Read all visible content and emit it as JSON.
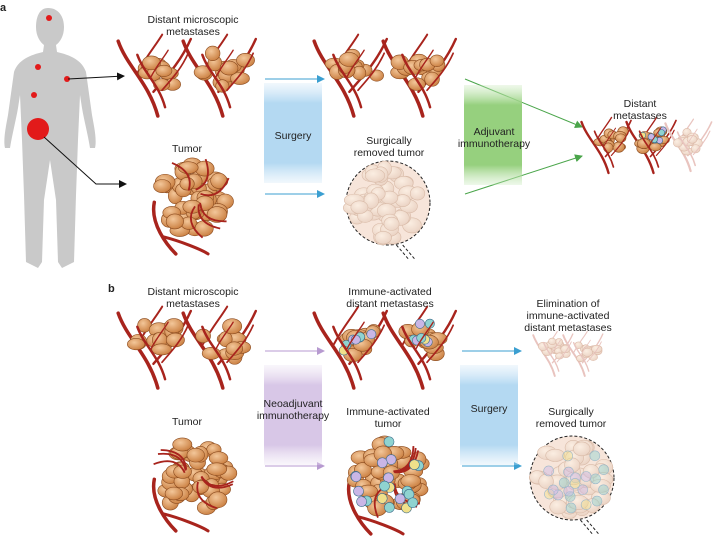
{
  "panel_a": {
    "letter": "a",
    "distant_metastases_label": "Distant microscopic\nmetastases",
    "tumor_label": "Tumor",
    "surgery_label": "Surgery",
    "surgically_removed_label": "Surgically\nremoved tumor",
    "adjuvant_label": "Adjuvant\nimmunotherapy",
    "outcome_label": "Distant\nmetastases"
  },
  "panel_b": {
    "letter": "b",
    "distant_metastases_label": "Distant microscopic\nmetastases",
    "tumor_label": "Tumor",
    "neoadjuvant_label": "Neoadjuvant\nimmunotherapy",
    "immune_mets_label": "Immune-activated\ndistant metastases",
    "immune_tumor_label": "Immune-activated\ntumor",
    "surgery_label": "Surgery",
    "elimination_label": "Elimination of\nimmune-activated\ndistant metastases",
    "surgically_removed_label": "Surgically\nremoved tumor"
  },
  "colors": {
    "surgery": "#b9dcf2",
    "adjuvant": "#9ed48a",
    "neoadjuvant": "#d9c8e6",
    "arrow_blue": "#3b9fd1",
    "arrow_green": "#4aa54a",
    "arrow_purple": "#b79ad0",
    "body": "#c9c9c9",
    "tumor_cell": "#d99a5f",
    "vessel": "#a8241d",
    "lesion_red": "#e21a1a"
  }
}
